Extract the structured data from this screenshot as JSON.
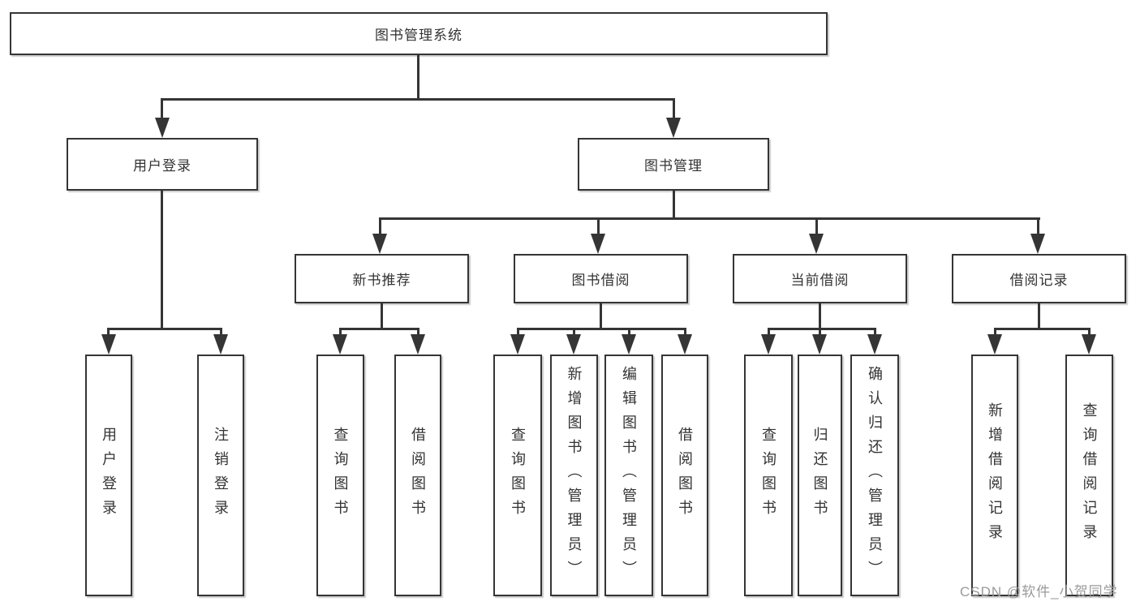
{
  "diagram": {
    "root": {
      "label": "图书管理系统"
    },
    "level2": [
      {
        "label": "用户登录"
      },
      {
        "label": "图书管理"
      }
    ],
    "level3": [
      {
        "label": "新书推荐"
      },
      {
        "label": "图书借阅"
      },
      {
        "label": "当前借阅"
      },
      {
        "label": "借阅记录"
      }
    ],
    "leaves": [
      {
        "label": "用户登录"
      },
      {
        "label": "注销登录"
      },
      {
        "label": "查询图书"
      },
      {
        "label": "借阅图书"
      },
      {
        "label": "查询图书"
      },
      {
        "label": "新增图书（管理员）"
      },
      {
        "label": "编辑图书（管理员）"
      },
      {
        "label": "借阅图书"
      },
      {
        "label": "查询图书"
      },
      {
        "label": "归还图书"
      },
      {
        "label": "确认归还（管理员）"
      },
      {
        "label": "新增借阅记录"
      },
      {
        "label": "查询借阅记录"
      }
    ]
  },
  "watermark": {
    "text": "CSDN @软件_小贺同学"
  },
  "colors": {
    "line": "#353535",
    "text": "#333333",
    "watermark": "#9a9a9a",
    "background": "#ffffff"
  }
}
